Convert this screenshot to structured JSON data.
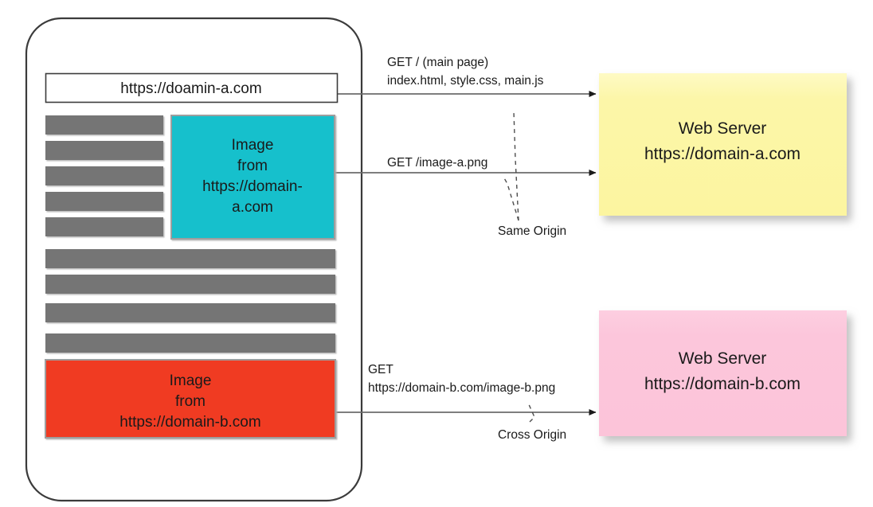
{
  "diagram": {
    "title_hidden": "Same-origin vs cross-origin requests",
    "browser": {
      "url_bar": {
        "value": "https://doamin-a.com"
      },
      "content_blocks": {
        "short_bars_count": 5,
        "long_bars_count": 4
      },
      "image_a": {
        "line1": "Image",
        "line2": "from",
        "line3": "https://domain-",
        "line4": "a.com",
        "color": "#19C0CC"
      },
      "image_b": {
        "line1": "Image",
        "line2": "from",
        "line3": "https://domain-b.com",
        "color": "#F03A21"
      },
      "frame_color": "#3B3B3B",
      "bar_color": "#757575"
    },
    "requests": [
      {
        "name": "main-page-request",
        "line1": "GET / (main page)",
        "line2": "index.html, style.css, main.js"
      },
      {
        "name": "image-a-request",
        "line1": "GET /image-a.png",
        "line2": ""
      },
      {
        "name": "image-b-request",
        "line1": "GET",
        "line2": "https://domain-b.com/image-b.png"
      }
    ],
    "annotations": {
      "same_origin": "Same Origin",
      "cross_origin": "Cross Origin"
    },
    "servers": [
      {
        "name": "web-server-a",
        "line1": "Web Server",
        "line2": "https://domain-a.com",
        "color": "#FCF5A5"
      },
      {
        "name": "web-server-b",
        "line1": "Web Server",
        "line2": "https://domain-b.com",
        "color": "#FCC6DB"
      }
    ]
  }
}
